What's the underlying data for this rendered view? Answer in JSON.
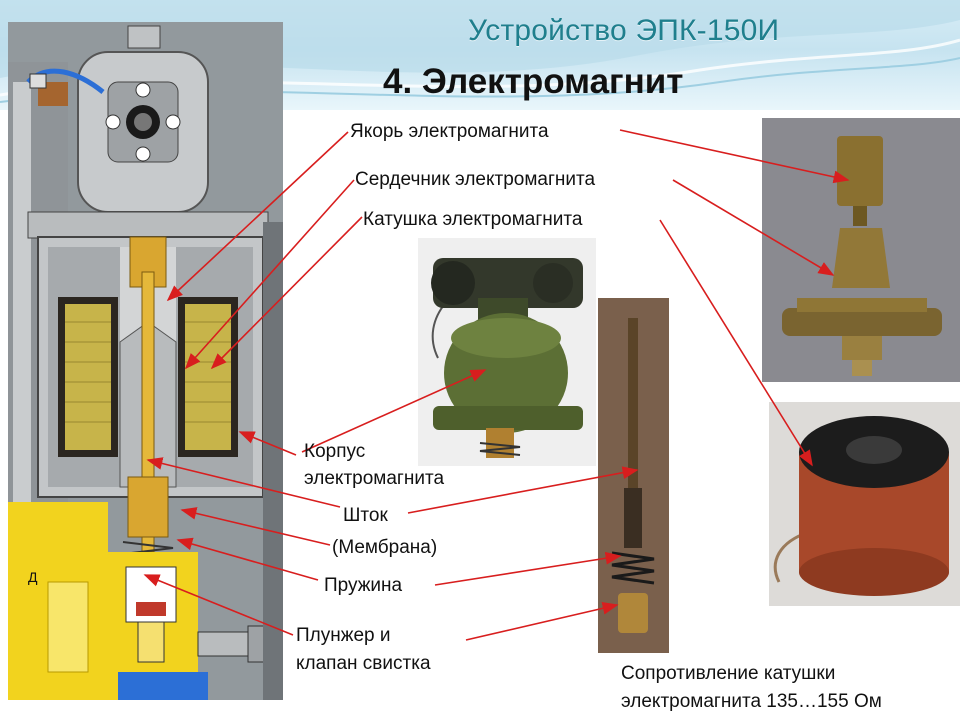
{
  "header": {
    "subtitle": "Устройство ЭПК-150И",
    "title": "4. Электромагнит"
  },
  "labels": {
    "armature": "Якорь электромагнита",
    "core": "Сердечник электромагнита",
    "coil": "Катушка электромагнита",
    "housing_line1": "Корпус",
    "housing_line2": "электромагнита",
    "rod": "Шток",
    "membrane": "(Мембрана)",
    "spring": "Пружина",
    "plunger_line1": "Плунжер и",
    "plunger_line2": "клапан свистка",
    "resistance_line1": "Сопротивление катушки",
    "resistance_line2": "электромагнита 135…155 Ом"
  },
  "diagram": {
    "chamber_letter": "Д"
  },
  "colors": {
    "accent": "#1f7f8d",
    "arrow": "#d81e1e",
    "brass": "#d9a630",
    "coil_fill": "#c7b44a",
    "housing_gray": "#b5b8bb",
    "yellow_body": "#f2d31e",
    "blue_pipe": "#2c6fd6"
  }
}
